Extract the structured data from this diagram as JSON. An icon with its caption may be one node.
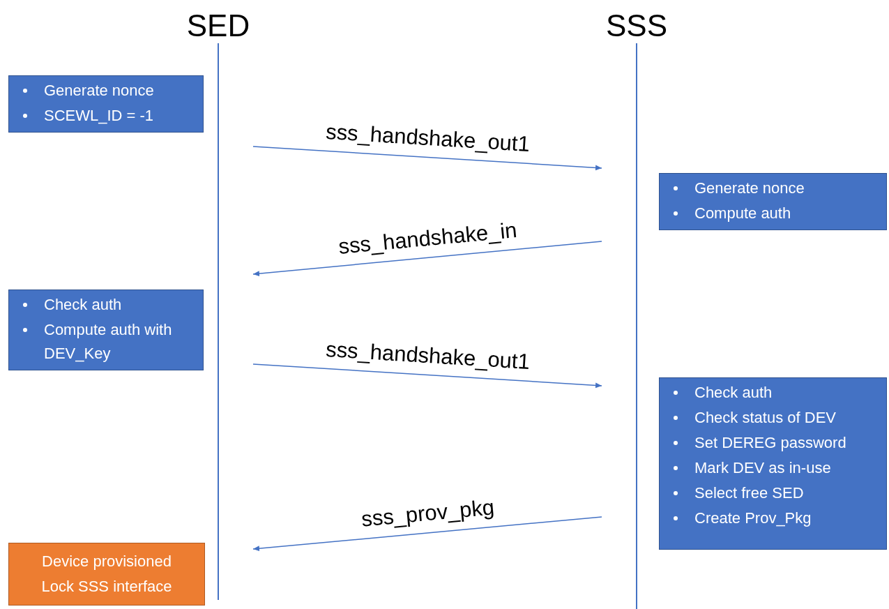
{
  "diagram": {
    "nodes": [
      {
        "text": [
          "SED"
        ]
      },
      {
        "text": [
          "SSS"
        ]
      },
      {
        "text": [
          "Generate nonce",
          "SCEWL_ID = -1"
        ]
      },
      {
        "text": [
          "Generate nonce",
          "Compute auth"
        ]
      },
      {
        "text": [
          "Check auth",
          "Compute auth with DEV_Key"
        ]
      },
      {
        "text": [
          "Check auth",
          "Check status of DEV",
          "Set DEREG password",
          "Mark DEV as in-use",
          "Select free SED",
          "Create Prov_Pkg"
        ]
      },
      {
        "text": [
          "Device provisioned",
          "Lock SSS interface"
        ]
      }
    ],
    "edges": [
      {
        "from": 0,
        "to": 1,
        "arrow": "to",
        "label": "sss_handshake_out1"
      },
      {
        "from": 1,
        "to": 0,
        "arrow": "to",
        "label": "sss_handshake_in"
      },
      {
        "from": 0,
        "to": 1,
        "arrow": "to",
        "label": "sss_handshake_out1"
      },
      {
        "from": 1,
        "to": 0,
        "arrow": "to",
        "label": "sss_prov_pkg"
      }
    ]
  }
}
